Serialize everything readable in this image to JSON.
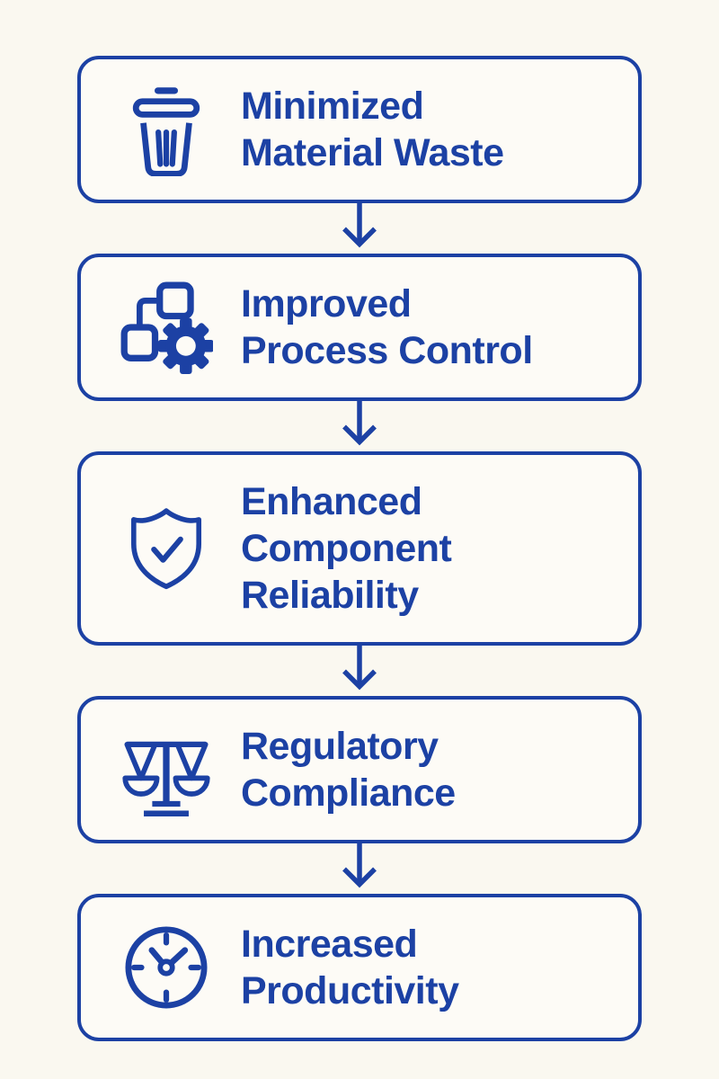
{
  "theme": {
    "bg": "#FAF8F0",
    "box_fill": "#FDFBF6",
    "accent": "#1C41A4"
  },
  "diagram": {
    "type": "vertical-flowchart",
    "connector": "down-arrow"
  },
  "steps": [
    {
      "title": "Minimized\nMaterial Waste",
      "icon": "trash-icon"
    },
    {
      "title": "Improved\nProcess Control",
      "icon": "process-gear-icon"
    },
    {
      "title": "Enhanced\nComponent\nReliability",
      "icon": "shield-check-icon"
    },
    {
      "title": "Regulatory\nCompliance",
      "icon": "scales-icon"
    },
    {
      "title": "Increased\nProductivity",
      "icon": "clock-icon"
    }
  ]
}
